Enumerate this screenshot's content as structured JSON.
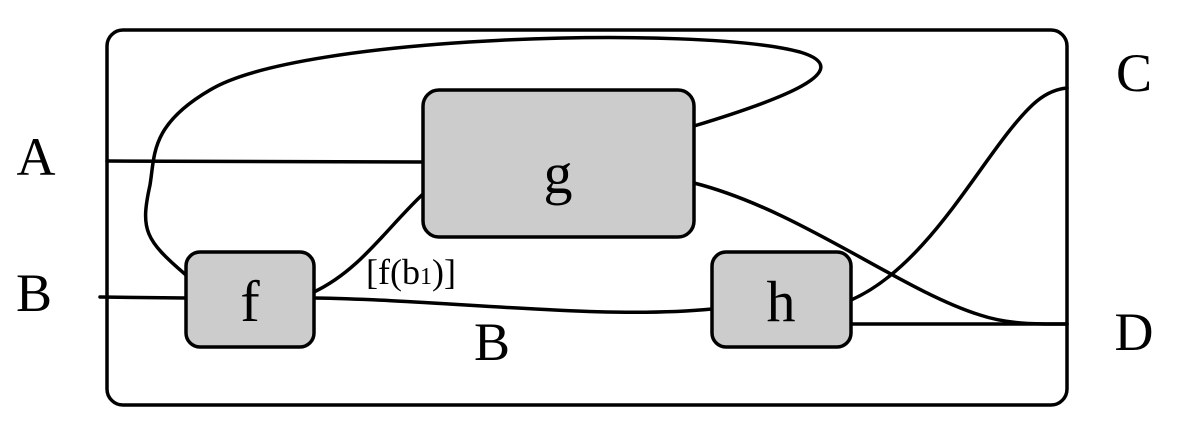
{
  "diagram": {
    "type": "string-diagram",
    "colors": {
      "box_fill": "#cccccc",
      "stroke": "#000000",
      "background": "#ffffff"
    },
    "inputs": [
      "A",
      "B"
    ],
    "outputs": [
      "C",
      "D"
    ],
    "boxes": [
      {
        "id": "f",
        "label": "f"
      },
      {
        "id": "g",
        "label": "g"
      },
      {
        "id": "h",
        "label": "h"
      }
    ],
    "wire_labels": {
      "f_to_g": {
        "main": "[f(b",
        "sub": "1",
        "close": ")]"
      },
      "f_to_h": "B"
    },
    "connections": [
      {
        "from": "A",
        "to": "g"
      },
      {
        "from": "B",
        "to": "f"
      },
      {
        "from": "f",
        "to": "g",
        "label": "[f(b1)]"
      },
      {
        "from": "f",
        "to": "h",
        "label": "B"
      },
      {
        "from": "g",
        "to": "f",
        "note": "feedback loop over top"
      },
      {
        "from": "g",
        "to": "D"
      },
      {
        "from": "h",
        "to": "C"
      },
      {
        "from": "h",
        "to": "D"
      }
    ]
  }
}
